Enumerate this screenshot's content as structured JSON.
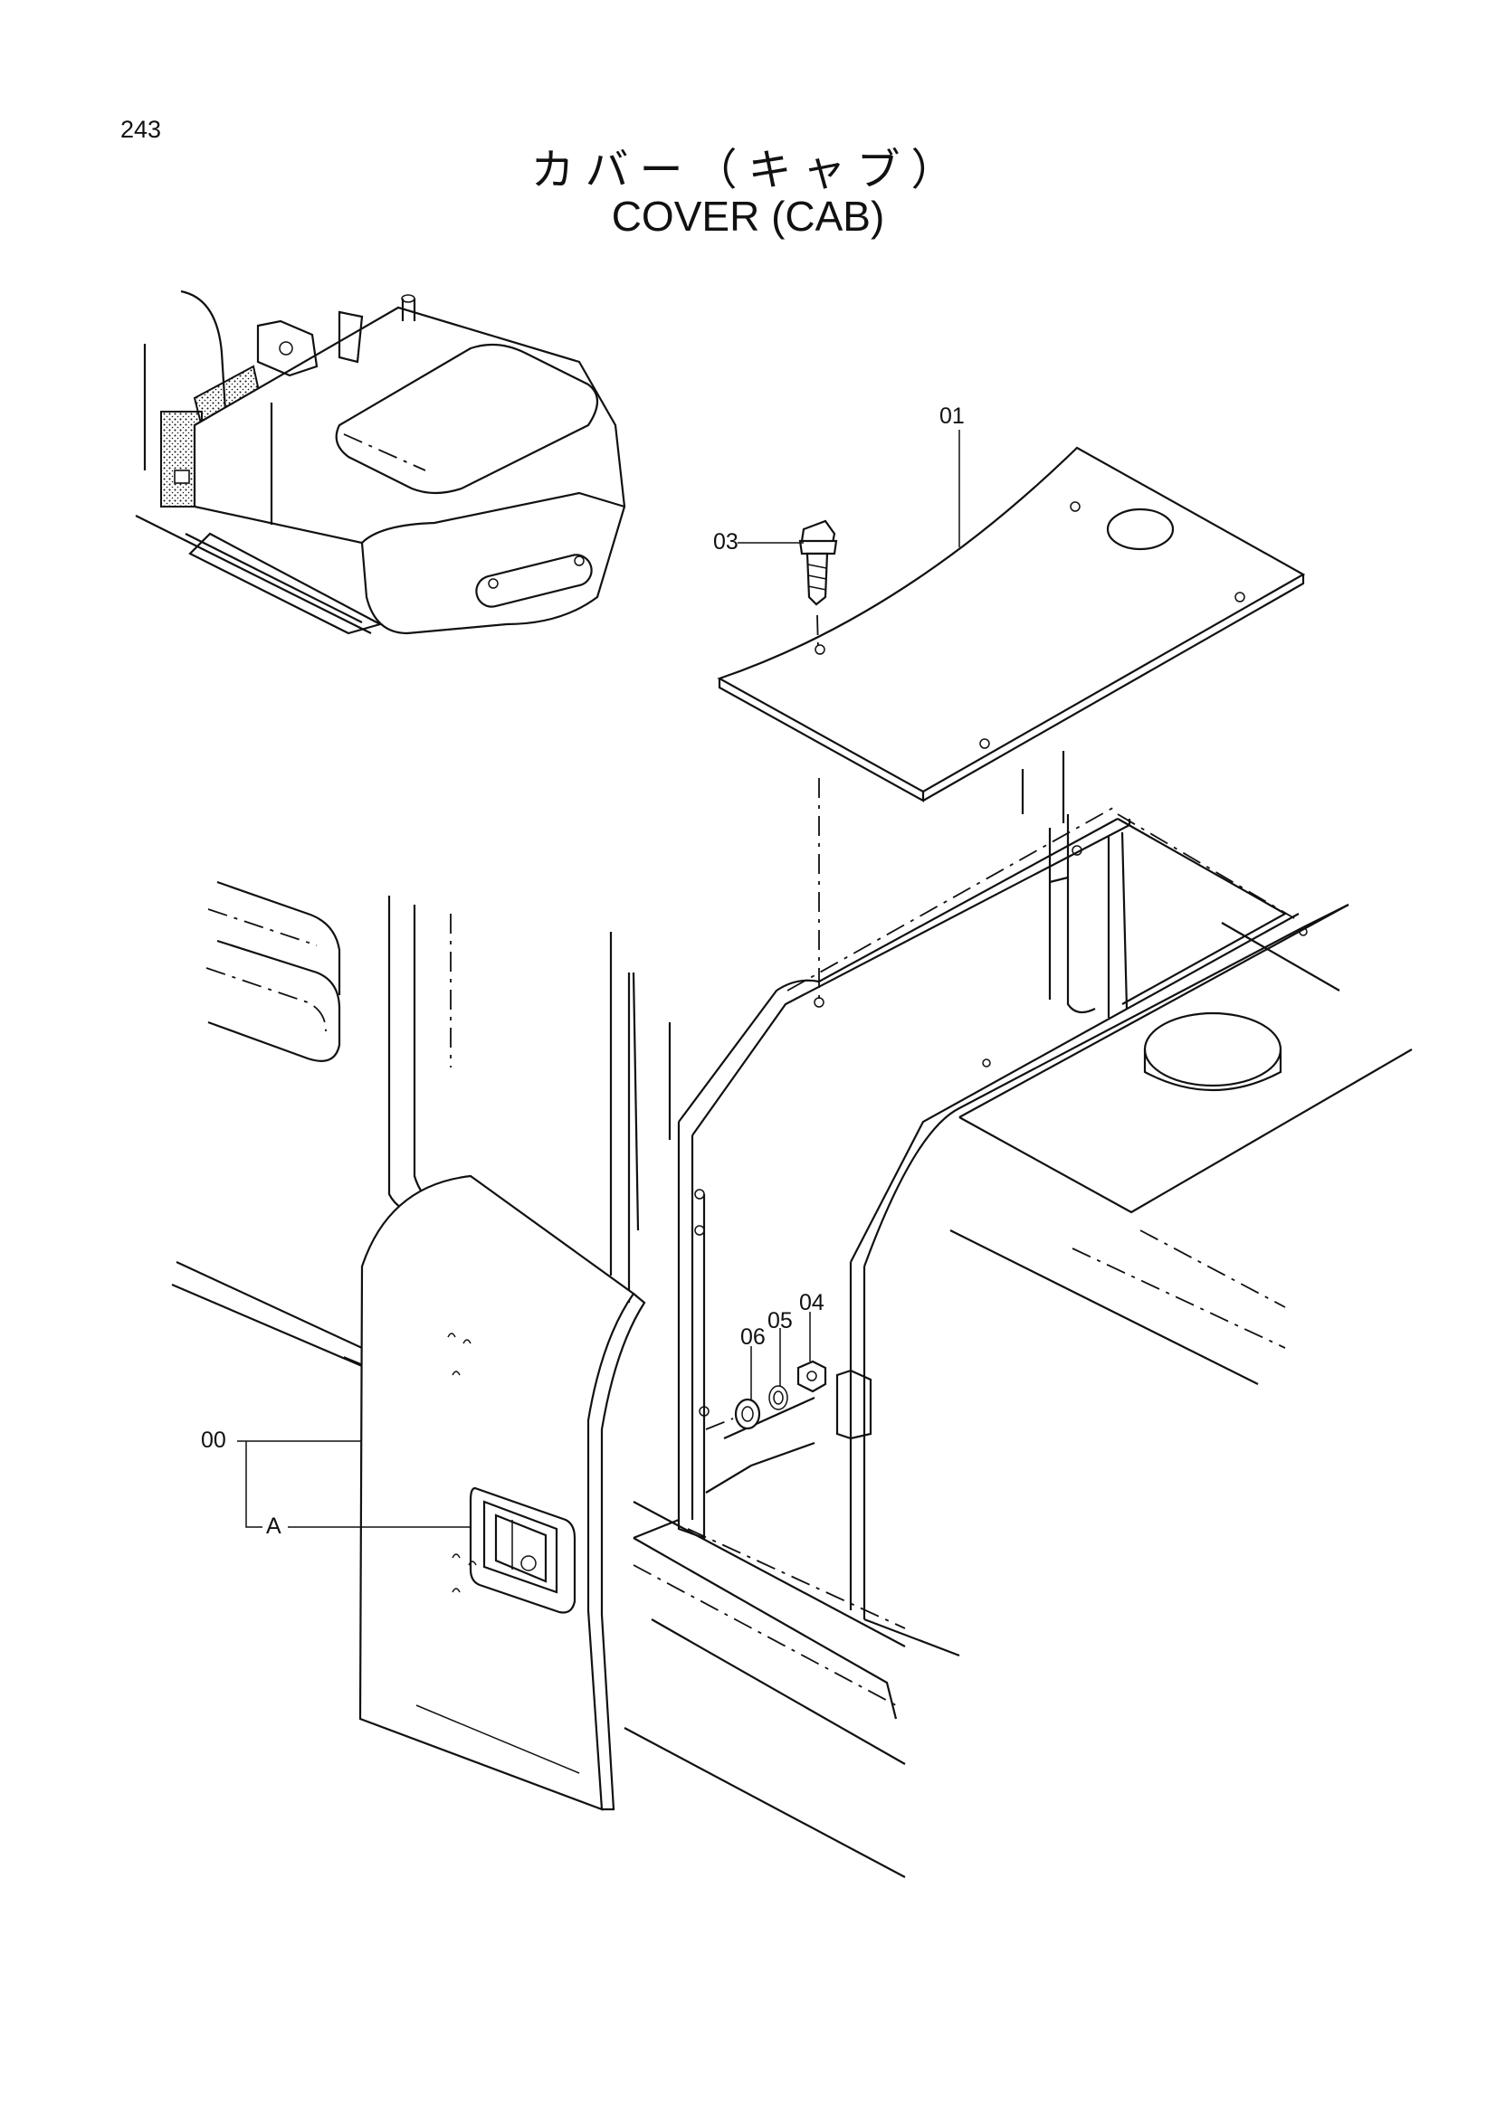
{
  "page": {
    "number": "243",
    "title_jp": "カバー（キャブ）",
    "title_en": "COVER (CAB)"
  },
  "callouts": {
    "c01": "01",
    "c03": "03",
    "c04": "04",
    "c05": "05",
    "c06": "06",
    "c00": "00",
    "cA": "A"
  }
}
